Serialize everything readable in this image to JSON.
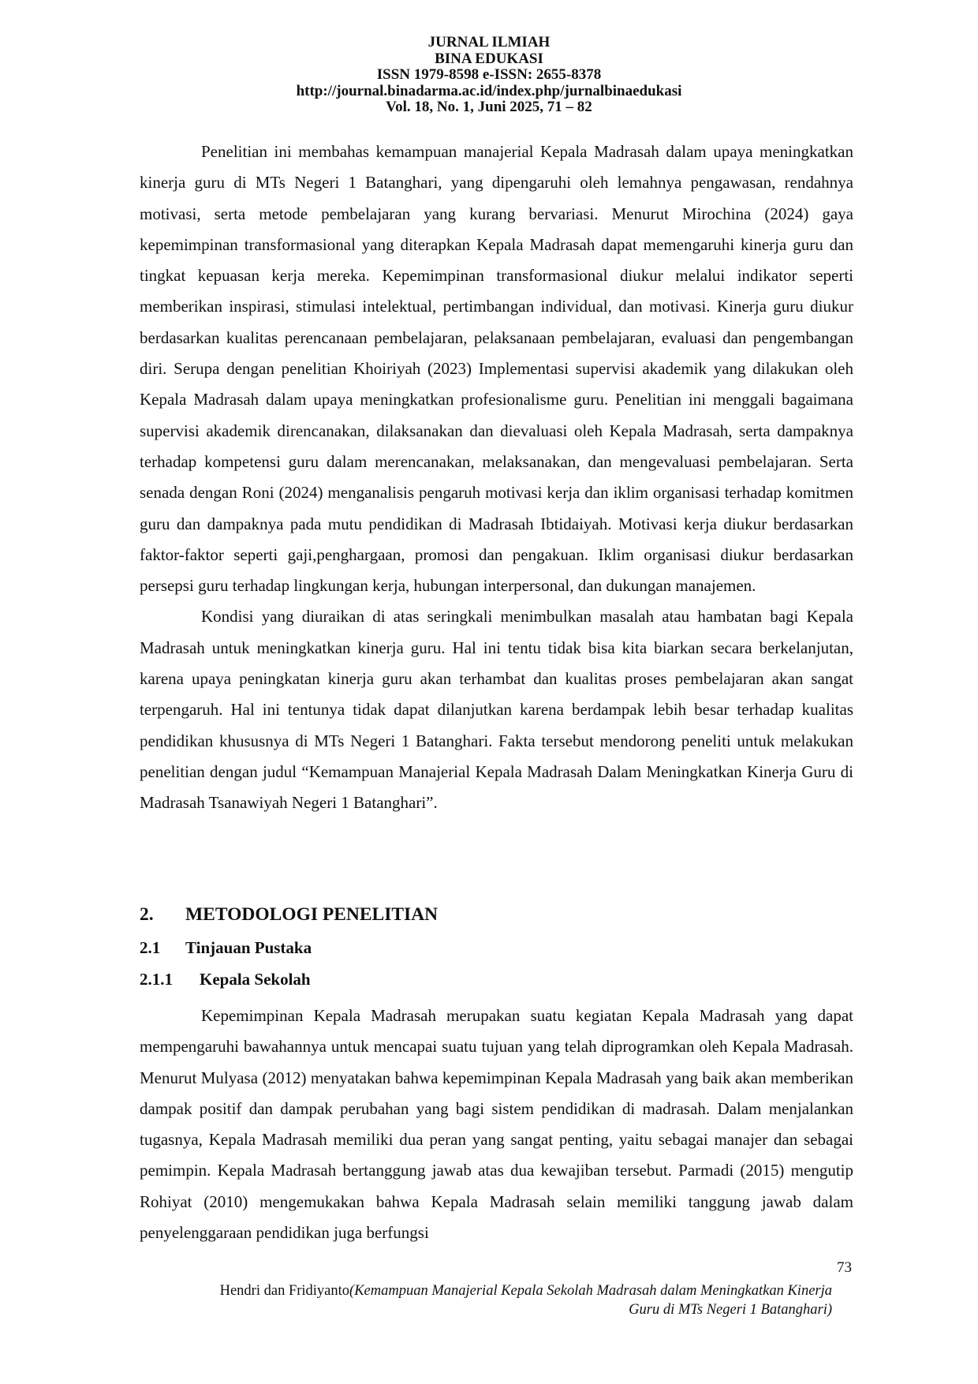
{
  "header": {
    "line1": "JURNAL ILMIAH",
    "line2": "BINA EDUKASI",
    "issn": "ISSN 1979-8598 e-ISSN: 2655-8378",
    "url": "http://journal.binadarma.ac.id/index.php/jurnalbinaedukasi",
    "volume": "Vol. 18, No. 1, Juni 2025, 71 – 82"
  },
  "paragraphs": {
    "p1": "Penelitian ini membahas kemampuan manajerial Kepala Madrasah dalam upaya meningkatkan kinerja guru di MTs Negeri 1 Batanghari, yang dipengaruhi oleh lemahnya pengawasan, rendahnya motivasi, serta metode pembelajaran yang kurang bervariasi. Menurut Mirochina (2024) gaya kepemimpinan transformasional yang diterapkan Kepala Madrasah dapat memengaruhi kinerja guru dan tingkat kepuasan kerja mereka. Kepemimpinan transformasional diukur melalui indikator seperti memberikan inspirasi, stimulasi intelektual, pertimbangan individual, dan motivasi. Kinerja guru diukur berdasarkan kualitas perencanaan pembelajaran, pelaksanaan pembelajaran, evaluasi dan pengembangan diri. Serupa dengan penelitian Khoiriyah (2023) Implementasi supervisi akademik yang dilakukan oleh Kepala Madrasah dalam upaya meningkatkan profesionalisme guru. Penelitian ini menggali bagaimana supervisi akademik direncanakan, dilaksanakan dan dievaluasi oleh Kepala Madrasah, serta dampaknya terhadap kompetensi guru dalam merencanakan, melaksanakan, dan mengevaluasi pembelajaran. Serta senada dengan Roni (2024) menganalisis pengaruh motivasi kerja dan iklim organisasi terhadap komitmen guru dan dampaknya pada mutu pendidikan di Madrasah Ibtidaiyah. Motivasi kerja diukur berdasarkan faktor-faktor seperti gaji,penghargaan, promosi dan pengakuan. Iklim organisasi diukur berdasarkan persepsi guru terhadap lingkungan kerja, hubungan interpersonal, dan dukungan manajemen.",
    "p2": "Kondisi yang diuraikan di atas seringkali menimbulkan masalah atau hambatan bagi Kepala Madrasah untuk meningkatkan kinerja guru. Hal ini tentu tidak bisa kita biarkan secara berkelanjutan, karena upaya peningkatan kinerja guru akan terhambat dan kualitas proses pembelajaran akan sangat terpengaruh. Hal ini tentunya tidak dapat dilanjutkan karena berdampak lebih besar terhadap kualitas pendidikan khususnya di MTs Negeri 1 Batanghari. Fakta tersebut mendorong peneliti untuk melakukan penelitian dengan judul “Kemampuan Manajerial Kepala Madrasah Dalam Meningkatkan Kinerja Guru di Madrasah Tsanawiyah Negeri 1 Batanghari”.",
    "p3": "Kepemimpinan Kepala Madrasah merupakan suatu kegiatan Kepala Madrasah yang dapat mempengaruhi bawahannya untuk mencapai suatu tujuan yang telah diprogramkan oleh Kepala Madrasah. Menurut Mulyasa (2012) menyatakan bahwa kepemimpinan Kepala Madrasah yang baik akan memberikan dampak positif dan dampak perubahan yang bagi sistem pendidikan di madrasah. Dalam menjalankan tugasnya, Kepala Madrasah memiliki dua peran yang sangat penting, yaitu sebagai manajer dan sebagai pemimpin. Kepala Madrasah bertanggung jawab atas dua kewajiban tersebut. Parmadi (2015) mengutip Rohiyat (2010) mengemukakan bahwa Kepala Madrasah selain memiliki tanggung jawab dalam penyelenggaraan pendidikan juga berfungsi"
  },
  "headings": {
    "section2_number": "2.",
    "section2_title": "METODOLOGI PENELITIAN",
    "sub21_number": "2.1",
    "sub21_title": "Tinjauan Pustaka",
    "sub211_number": "2.1.1",
    "sub211_title": "Kepala Sekolah"
  },
  "footer": {
    "page_number": "73",
    "authors": "Hendri dan Fridiyanto",
    "title_line1": "(Kemampuan Manajerial Kepala Sekolah Madrasah dalam Meningkatkan Kinerja",
    "title_line2": "Guru di MTs Negeri 1 Batanghari)"
  }
}
